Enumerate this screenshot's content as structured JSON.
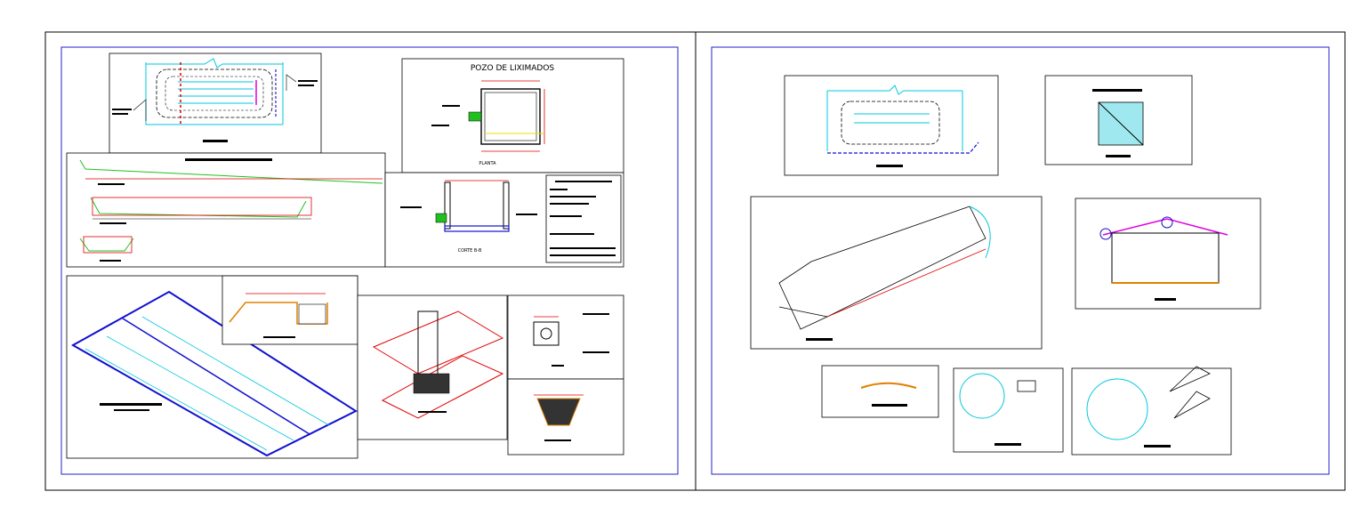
{
  "sheets": {
    "left": {
      "pozo_title": "POZO DE LIXIMADOS",
      "planta_label": "PLANTA",
      "corte_label": "CORTE B-B"
    }
  },
  "colors": {
    "sheet_frame": "#000000",
    "sheet_border": "#2323c8",
    "cyan": "#00c8dc",
    "red": "#e00000",
    "green": "#20c020",
    "magenta": "#e000e0",
    "blue": "#1010d0",
    "orange": "#e08000",
    "yellow": "#e8e000"
  }
}
